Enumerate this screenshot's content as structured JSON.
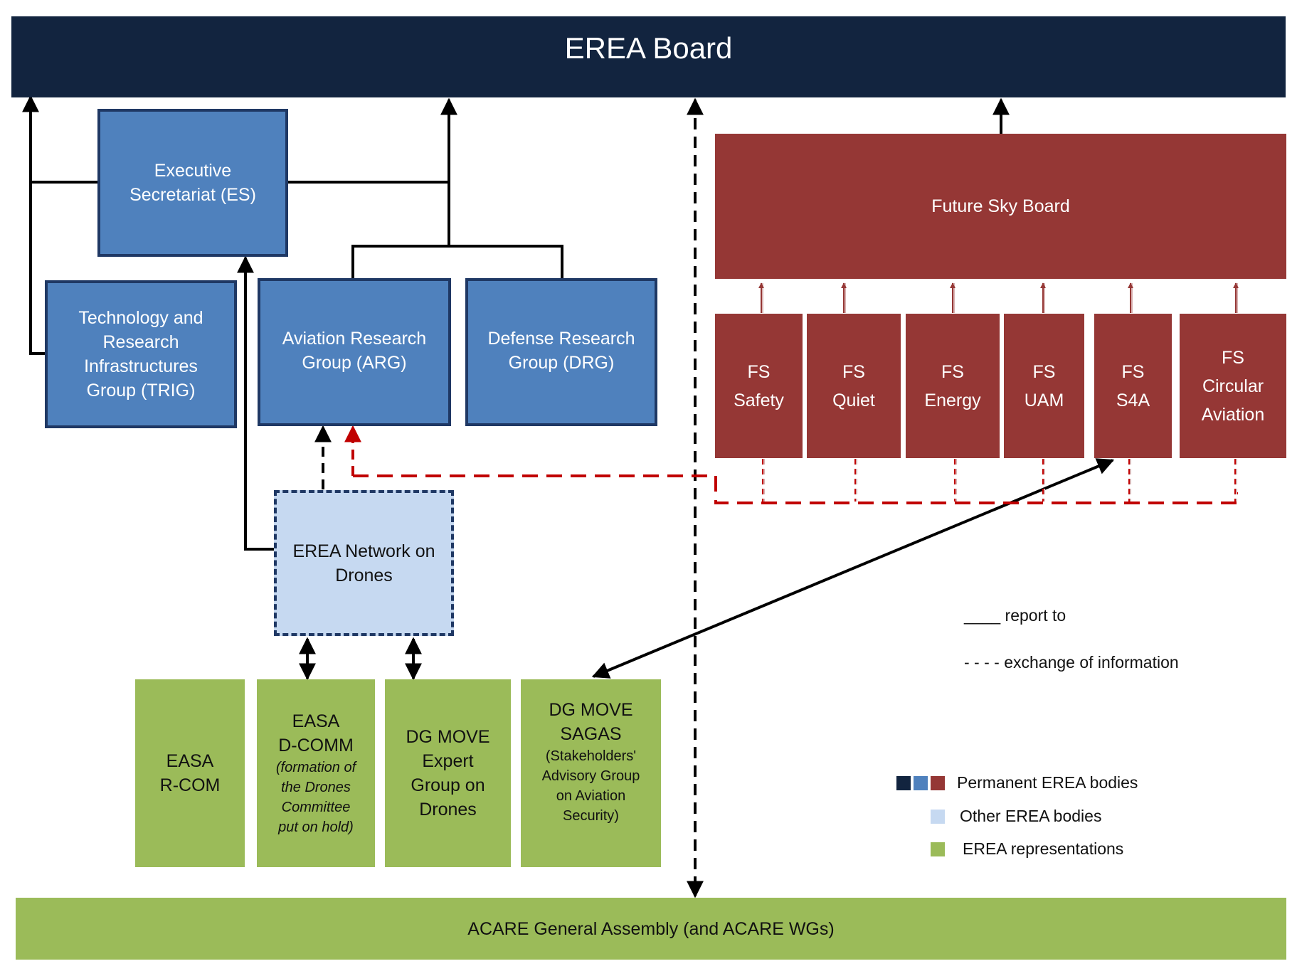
{
  "diagram": {
    "board": "EREA Board",
    "es": [
      "Executive",
      "Secretariat (ES)"
    ],
    "trig": [
      "Technology and",
      "Research",
      "Infrastructures",
      "Group (TRIG)"
    ],
    "arg": [
      "Aviation Research",
      "Group (ARG)"
    ],
    "drg": [
      "Defense Research",
      "Group (DRG)"
    ],
    "future_sky": "Future Sky Board",
    "fs": [
      [
        "FS",
        "Safety"
      ],
      [
        "FS",
        "Quiet"
      ],
      [
        "FS",
        "Energy"
      ],
      [
        "FS",
        "UAM"
      ],
      [
        "FS",
        "S4A"
      ],
      [
        "FS",
        "Circular",
        "Aviation"
      ]
    ],
    "network": [
      "EREA Network on",
      "Drones"
    ],
    "easa_rcom": [
      "EASA",
      "R-COM"
    ],
    "easa_dcomm": {
      "title": [
        "EASA",
        "D-COMM"
      ],
      "note": [
        "(formation of",
        "the Drones",
        "Committee",
        "put on hold)"
      ]
    },
    "dg_expert": [
      "DG MOVE",
      "Expert",
      "Group on",
      "Drones"
    ],
    "dg_sagas": {
      "title": [
        "DG MOVE",
        "SAGAS"
      ],
      "note": [
        "(Stakeholders'",
        "Advisory Group",
        "on Aviation",
        "Security)"
      ]
    },
    "acare": "ACARE General Assembly (and ACARE WGs)"
  },
  "legend": {
    "report_to": "____ report to",
    "exchange": "- - - - exchange of information",
    "permanent": "Permanent EREA bodies",
    "other": "Other EREA bodies",
    "representations": "EREA representations"
  },
  "colors": {
    "board": "#12243f",
    "permanent_blue": "#4f81bd",
    "future_sky_red": "#953735",
    "other_light_blue": "#c6d9f1",
    "representation_green": "#9bbb59"
  }
}
